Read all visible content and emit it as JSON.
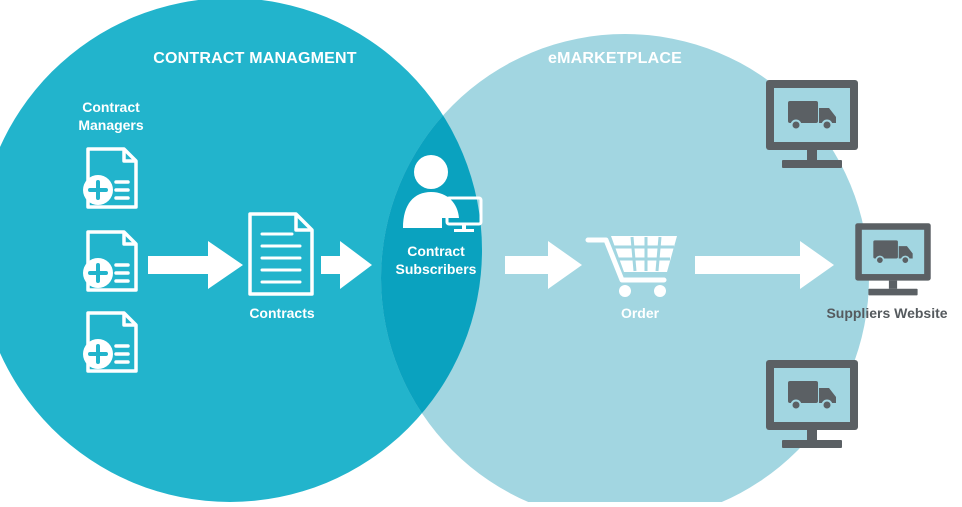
{
  "diagram": {
    "colors": {
      "left_circle": "#22b4cc",
      "right_circle": "#a2d6e1",
      "overlap": "#0aa2bf",
      "white": "#ffffff",
      "monitor": "#5b6064"
    },
    "sections": {
      "contract_management": "CONTRACT MANAGMENT",
      "emarketplace": "eMARKETPLACE"
    },
    "nodes": {
      "contract_managers": "Contract Managers",
      "contracts": "Contracts",
      "contract_subscribers": "Contract Subscribers",
      "order": "Order",
      "suppliers_website": "Suppliers Website"
    },
    "icons": [
      "document-add-icon",
      "document-icon",
      "user-monitor-icon",
      "shopping-cart-icon",
      "delivery-truck-monitor-icon",
      "arrow-right-icon"
    ]
  }
}
